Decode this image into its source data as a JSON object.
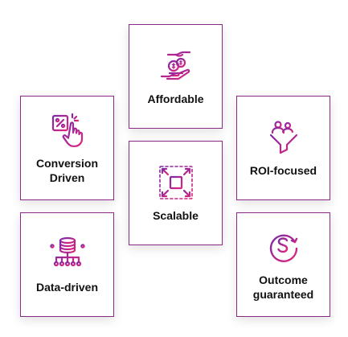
{
  "colors": {
    "border": "#8a2a86",
    "icon_gradient_start": "#7b2aa6",
    "icon_gradient_end": "#e0257c",
    "text": "#111111"
  },
  "cards": {
    "affordable": {
      "label": "Affordable",
      "icon": "hand-coins-icon"
    },
    "conversion": {
      "label": "Conversion\nDriven",
      "icon": "percent-tap-icon"
    },
    "roi": {
      "label": "ROI-focused",
      "icon": "funnel-user-icon"
    },
    "scalable": {
      "label": "Scalable",
      "icon": "expand-arrows-icon"
    },
    "data": {
      "label": "Data-driven",
      "icon": "database-network-icon"
    },
    "outcome": {
      "label": "Outcome\nguaranteed",
      "icon": "dollar-cycle-icon"
    }
  }
}
